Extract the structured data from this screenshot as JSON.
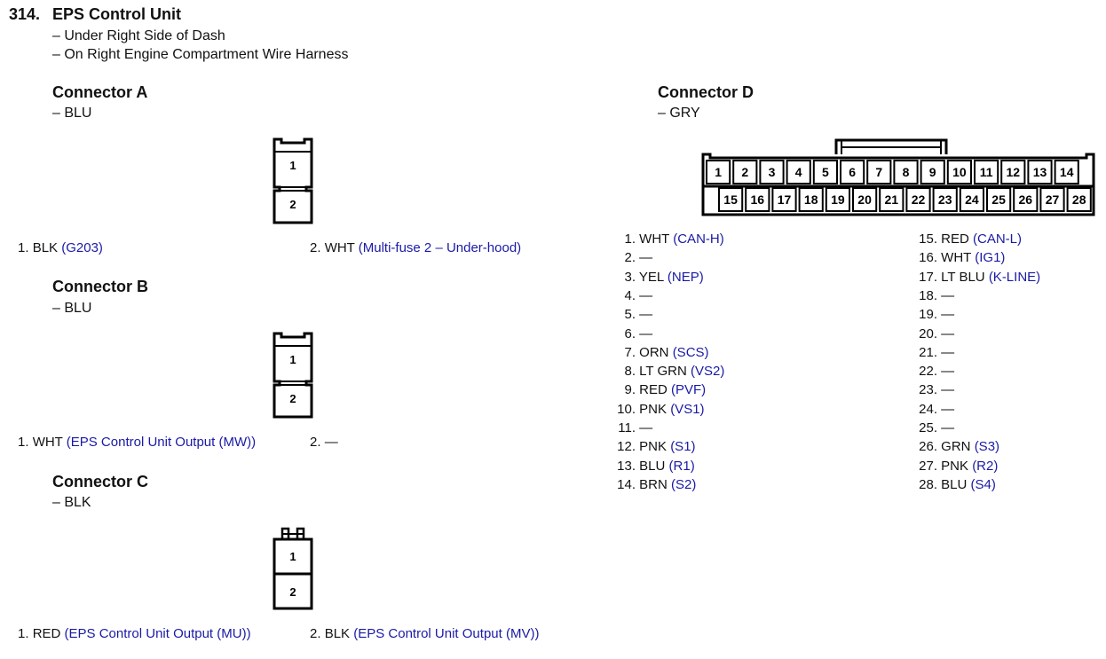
{
  "header": {
    "number": "314.",
    "title": "EPS Control Unit",
    "locations": [
      "– Under Right Side of Dash",
      "– On Right Engine Compartment Wire Harness"
    ]
  },
  "connectors": {
    "A": {
      "title": "Connector A",
      "color": "– BLU",
      "cavities": [
        "1",
        "2"
      ],
      "pins": [
        {
          "num": "1.",
          "wire": "BLK",
          "circuit": "(G203)"
        },
        {
          "num": "2.",
          "wire": "WHT",
          "circuit": "(Multi-fuse 2 – Under-hood)"
        }
      ]
    },
    "B": {
      "title": "Connector B",
      "color": "– BLU",
      "cavities": [
        "1",
        "2"
      ],
      "pins": [
        {
          "num": "1.",
          "wire": "WHT",
          "circuit": "(EPS Control Unit Output (MW))"
        },
        {
          "num": "2.",
          "wire": "—",
          "circuit": ""
        }
      ]
    },
    "C": {
      "title": "Connector C",
      "color": "– BLK",
      "cavities": [
        "1",
        "2"
      ],
      "pins": [
        {
          "num": "1.",
          "wire": "RED",
          "circuit": "(EPS Control Unit Output (MU))"
        },
        {
          "num": "2.",
          "wire": "BLK",
          "circuit": "(EPS Control Unit Output (MV))"
        }
      ]
    },
    "D": {
      "title": "Connector D",
      "color": "– GRY",
      "top_row": [
        "1",
        "2",
        "3",
        "4",
        "5",
        "6",
        "7",
        "8",
        "9",
        "10",
        "11",
        "12",
        "13",
        "14"
      ],
      "bottom_row": [
        "15",
        "16",
        "17",
        "18",
        "19",
        "20",
        "21",
        "22",
        "23",
        "24",
        "25",
        "26",
        "27",
        "28"
      ],
      "pins_left": [
        {
          "num": "1.",
          "wire": "WHT",
          "circuit": "(CAN-H)"
        },
        {
          "num": "2.",
          "wire": "—",
          "circuit": ""
        },
        {
          "num": "3.",
          "wire": "YEL",
          "circuit": "(NEP)"
        },
        {
          "num": "4.",
          "wire": "—",
          "circuit": ""
        },
        {
          "num": "5.",
          "wire": "—",
          "circuit": ""
        },
        {
          "num": "6.",
          "wire": "—",
          "circuit": ""
        },
        {
          "num": "7.",
          "wire": "ORN",
          "circuit": "(SCS)"
        },
        {
          "num": "8.",
          "wire": "LT GRN",
          "circuit": "(VS2)"
        },
        {
          "num": "9.",
          "wire": "RED",
          "circuit": "(PVF)"
        },
        {
          "num": "10.",
          "wire": "PNK",
          "circuit": "(VS1)"
        },
        {
          "num": "11.",
          "wire": "—",
          "circuit": ""
        },
        {
          "num": "12.",
          "wire": "PNK",
          "circuit": "(S1)"
        },
        {
          "num": "13.",
          "wire": "BLU",
          "circuit": "(R1)"
        },
        {
          "num": "14.",
          "wire": "BRN",
          "circuit": "(S2)"
        }
      ],
      "pins_right": [
        {
          "num": "15.",
          "wire": "RED",
          "circuit": "(CAN-L)"
        },
        {
          "num": "16.",
          "wire": "WHT",
          "circuit": "(IG1)"
        },
        {
          "num": "17.",
          "wire": "LT BLU",
          "circuit": "(K-LINE)"
        },
        {
          "num": "18.",
          "wire": "—",
          "circuit": ""
        },
        {
          "num": "19.",
          "wire": "—",
          "circuit": ""
        },
        {
          "num": "20.",
          "wire": "—",
          "circuit": ""
        },
        {
          "num": "21.",
          "wire": "—",
          "circuit": ""
        },
        {
          "num": "22.",
          "wire": "—",
          "circuit": ""
        },
        {
          "num": "23.",
          "wire": "—",
          "circuit": ""
        },
        {
          "num": "24.",
          "wire": "—",
          "circuit": ""
        },
        {
          "num": "25.",
          "wire": "—",
          "circuit": ""
        },
        {
          "num": "26.",
          "wire": "GRN",
          "circuit": "(S3)"
        },
        {
          "num": "27.",
          "wire": "PNK",
          "circuit": "(R2)"
        },
        {
          "num": "28.",
          "wire": "BLU",
          "circuit": "(S4)"
        }
      ]
    }
  },
  "colors": {
    "circuit_text": "#1a1aa6",
    "text": "#111111"
  }
}
